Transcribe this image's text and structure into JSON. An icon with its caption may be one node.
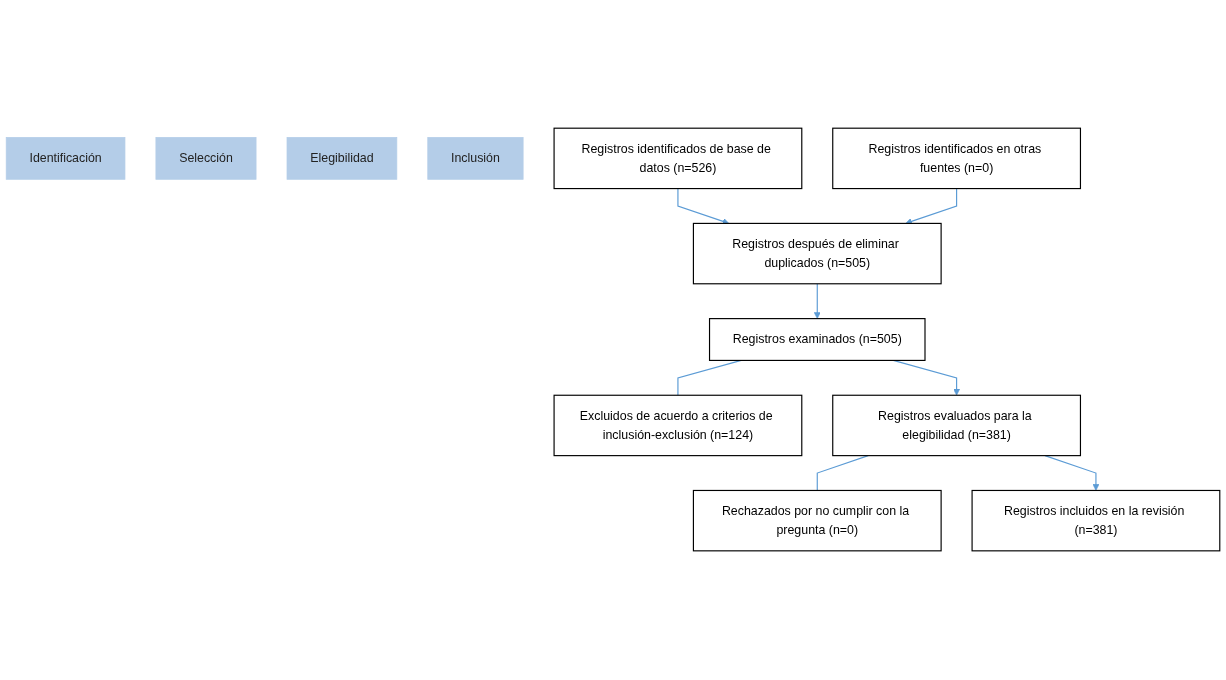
{
  "diagram": {
    "nodes": [
      {
        "text": [
          "Identificación"
        ]
      },
      {
        "text": [
          "Selección"
        ]
      },
      {
        "text": [
          "Elegibilidad"
        ]
      },
      {
        "text": [
          "Inclusión"
        ]
      },
      {
        "text": [
          "Registros identificados de base de datos (n=526)"
        ]
      },
      {
        "text": [
          "Registros identificados en otras fuentes (n=0)"
        ]
      },
      {
        "text": [
          "Registros después de eliminar duplicados (n=505)"
        ]
      },
      {
        "text": [
          "Registros examinados (n=505)"
        ]
      },
      {
        "text": [
          "Excluidos de acuerdo a criterios de inclusión-exclusión (n=124)"
        ]
      },
      {
        "text": [
          "Registros evaluados para la elegibilidad (n=381)"
        ]
      },
      {
        "text": [
          "Rechazados por no cumplir con la pregunta (n=0)"
        ]
      },
      {
        "text": [
          "Registros incluidos en la revisión (n=381)"
        ]
      }
    ],
    "edges": [
      {
        "from": 4,
        "to": 6,
        "arrow": "to"
      },
      {
        "from": 5,
        "to": 6,
        "arrow": "to"
      },
      {
        "from": 6,
        "to": 7,
        "arrow": "to"
      },
      {
        "from": 7,
        "to": 8,
        "arrow": "none"
      },
      {
        "from": 7,
        "to": 9,
        "arrow": "to"
      },
      {
        "from": 9,
        "to": 10,
        "arrow": "none"
      },
      {
        "from": 9,
        "to": 11,
        "arrow": "to"
      }
    ]
  }
}
